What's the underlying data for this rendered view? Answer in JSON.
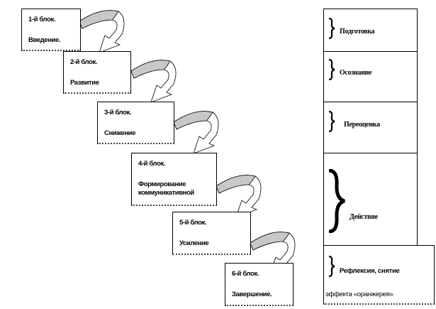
{
  "blocks": [
    {
      "title": "1-й блок.",
      "desc": "Введение."
    },
    {
      "title": "2-й блок.",
      "desc": "Развитие"
    },
    {
      "title": "3-й блок.",
      "desc": "Снижение"
    },
    {
      "title": "4-й блок.",
      "desc": "Формирование коммуникативной"
    },
    {
      "title": "5-й блок.",
      "desc": "Усиление"
    },
    {
      "title": "6-й блок.",
      "desc": "Завершение."
    }
  ],
  "stages": [
    {
      "label": "Подготовка"
    },
    {
      "label": "Осознание"
    },
    {
      "label": "Переоценка"
    },
    {
      "label": "Действие"
    },
    {
      "label": "Рефлексия, снятие",
      "label2": "эффекта «оранжерея»"
    }
  ],
  "colors": {
    "arrow_fill": "#c8c8c8",
    "border": "#000000"
  }
}
